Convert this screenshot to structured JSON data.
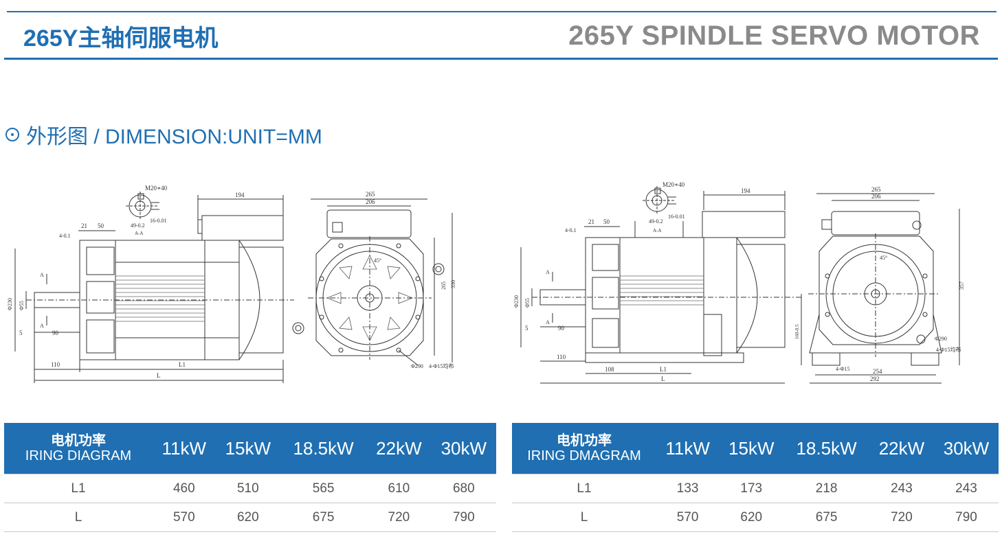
{
  "header": {
    "title_cn": "265Y主轴伺服电机",
    "title_en": "265Y SPINDLE SERVO MOTOR"
  },
  "section": {
    "title": "外形图 / DIMENSION:UNIT=MM"
  },
  "drawing_left": {
    "labels": {
      "m20": "M20∗40",
      "d49": "49-0.2",
      "d16": "16-0.01",
      "aa": "A-A",
      "d194": "194",
      "d4": "4-0.1",
      "d21": "21",
      "d50": "50",
      "a_top": "A",
      "a_bot": "A",
      "phi230": "Φ230",
      "phi55": "Φ55",
      "d5": "5",
      "d90": "90",
      "d110": "110",
      "l1": "L1",
      "l": "L",
      "d265": "265",
      "d206": "206",
      "d330": "330",
      "d265v": "265",
      "deg45": "45°",
      "phi290": "Φ290",
      "holes": "4-Φ15均布"
    }
  },
  "drawing_right": {
    "labels": {
      "m20": "M20∗40",
      "d49": "49-0.2",
      "d16": "16-0.01",
      "aa": "A-A",
      "d194": "194",
      "d4": "4-0.1",
      "d21": "21",
      "d50": "50",
      "a_top": "A",
      "a_bot": "A",
      "phi230": "Φ230",
      "phi55": "Φ55",
      "d5": "5",
      "d90": "90",
      "d110": "110",
      "d108": "108",
      "l1": "L1",
      "l": "L",
      "d265": "265",
      "d206": "206",
      "d357": "357",
      "d160": "160-0.5",
      "deg45": "45°",
      "phi290": "Φ290",
      "holes": "4-Φ15均布",
      "holes2": "4-Φ15",
      "d254": "254",
      "d292": "292"
    }
  },
  "tables": [
    {
      "head_cn": "电机功率",
      "head_en": "IRING DIAGRAM",
      "columns": [
        "11kW",
        "15kW",
        "18.5kW",
        "22kW",
        "30kW"
      ],
      "rows": [
        {
          "label": "L1",
          "values": [
            "460",
            "510",
            "565",
            "610",
            "680"
          ]
        },
        {
          "label": "L",
          "values": [
            "570",
            "620",
            "675",
            "720",
            "790"
          ]
        }
      ]
    },
    {
      "head_cn": "电机功率",
      "head_en": "IRING DMAGRAM",
      "columns": [
        "11kW",
        "15kW",
        "18.5kW",
        "22kW",
        "30kW"
      ],
      "rows": [
        {
          "label": "L1",
          "values": [
            "133",
            "173",
            "218",
            "243",
            "243"
          ]
        },
        {
          "label": "L",
          "values": [
            "570",
            "620",
            "675",
            "720",
            "790"
          ]
        }
      ]
    }
  ],
  "colors": {
    "brand_blue": "#1f6fb2",
    "title_gray": "#8a8a8a"
  }
}
